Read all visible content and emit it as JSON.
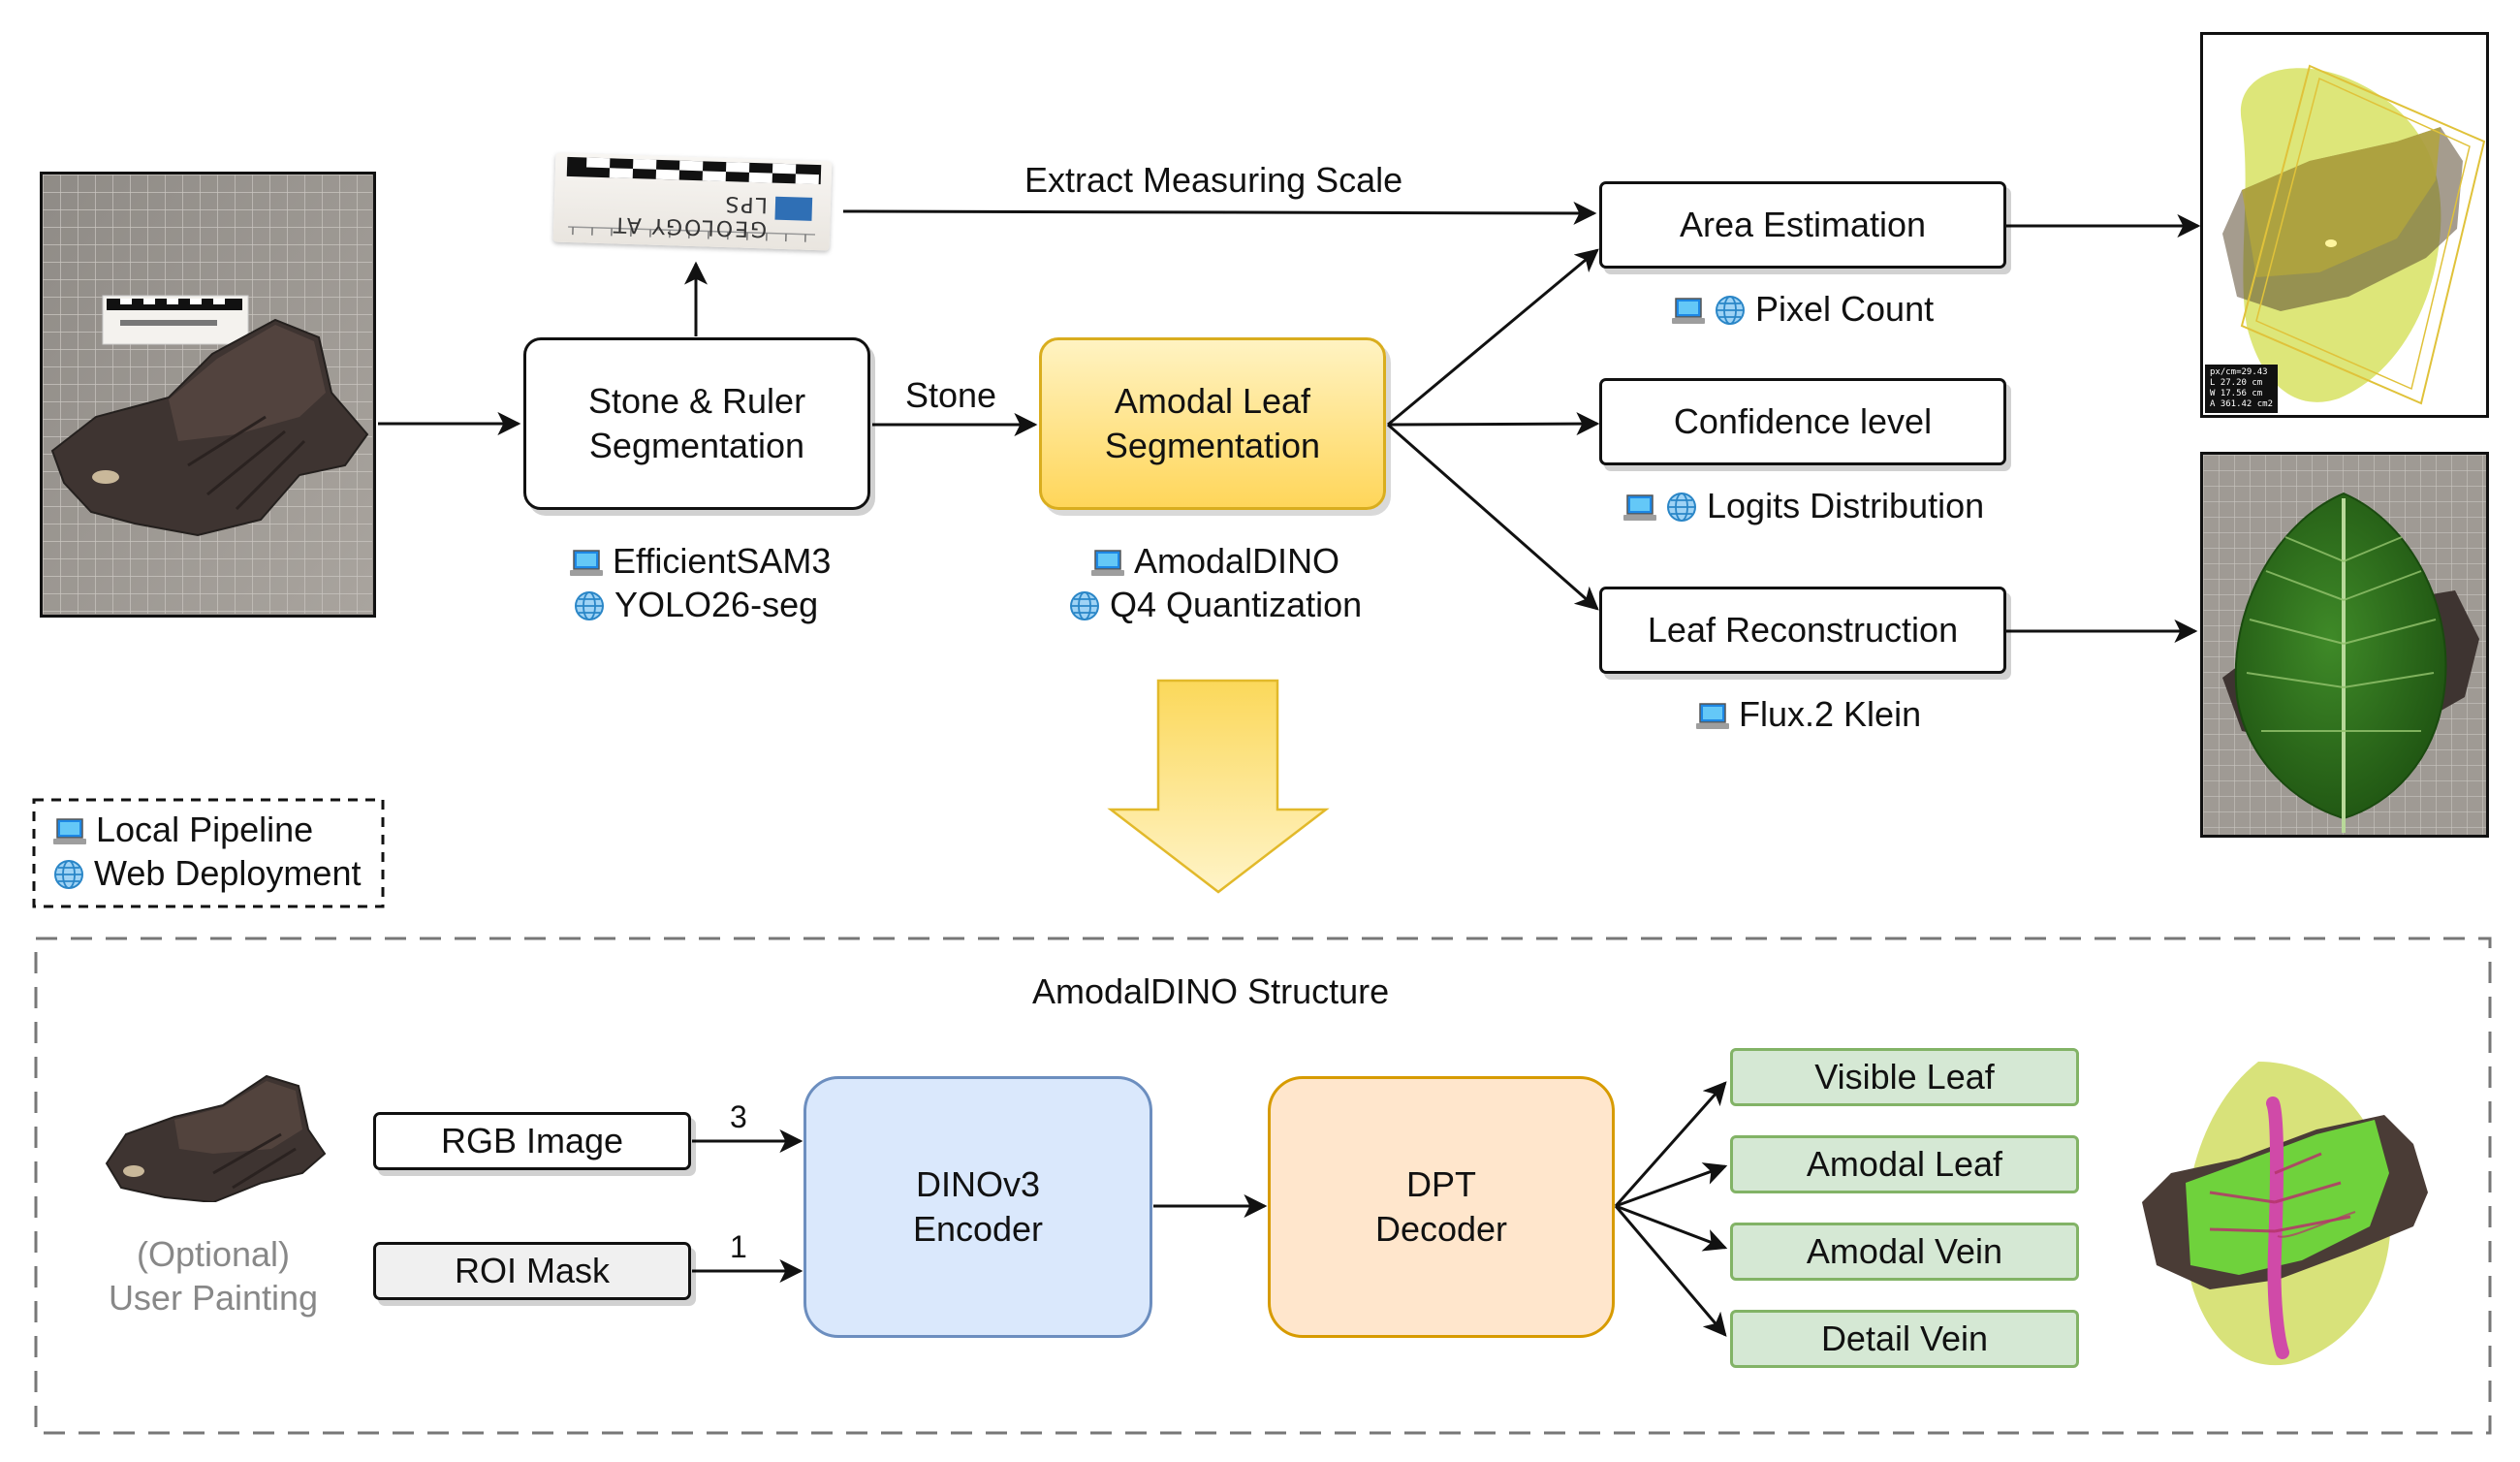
{
  "nodes": {
    "stone_ruler": [
      "Stone & Ruler",
      "Segmentation"
    ],
    "amodal_leaf": [
      "Amodal Leaf",
      "Segmentation"
    ],
    "area_estimation": "Area Estimation",
    "confidence_level": "Confidence level",
    "leaf_reconstruction": "Leaf Reconstruction",
    "rgb_image": "RGB Image",
    "roi_mask": "ROI Mask",
    "dino_encoder": [
      "DINOv3",
      "Encoder"
    ],
    "dpt_decoder": [
      "DPT",
      "Decoder"
    ],
    "visible_leaf": "Visible Leaf",
    "amodal_leaf_out": "Amodal Leaf",
    "amodal_vein": "Amodal Vein",
    "detail_vein": "Detail Vein"
  },
  "edge_labels": {
    "extract_scale": "Extract Measuring Scale",
    "stone": "Stone",
    "rgb_channels": "3",
    "roi_channels": "1"
  },
  "methods": {
    "segmentation_local": "EfficientSAM3",
    "segmentation_web": "YOLO26-seg",
    "amodal_local": "AmodalDINO",
    "amodal_web": "Q4 Quantization",
    "area_method": "Pixel Count",
    "confidence_method": "Logits Distribution",
    "reconstruction_method": "Flux.2 Klein"
  },
  "legend": {
    "local": "Local Pipeline",
    "web": "Web Deployment"
  },
  "structure": {
    "title": "AmodalDINO Structure",
    "optional_input": [
      "(Optional)",
      "User Painting"
    ]
  },
  "ruler_text": "GEOLOGY AT LPS",
  "measurement_overlay": [
    "px/cm=29.43",
    "L 27.20 cm",
    "W 17.56 cm",
    "A 361.42 cm2"
  ],
  "colors": {
    "amodal_fill": "#ffe48a",
    "encoder_fill": "#dae8fc",
    "decoder_fill": "#ffe6cc",
    "output_fill": "#d5e8d4",
    "roi_fill": "#f0f0f0",
    "big_arrow": "#fbd85a"
  }
}
